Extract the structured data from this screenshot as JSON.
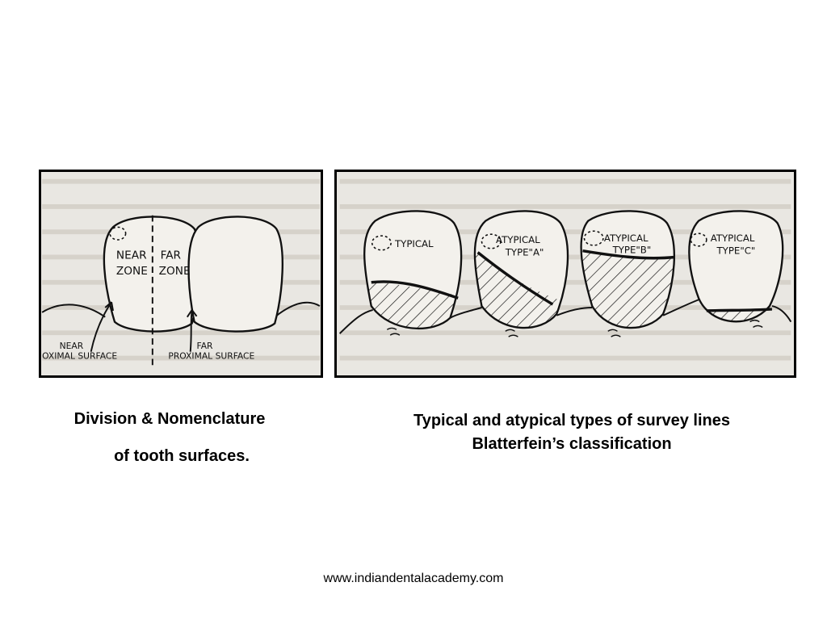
{
  "left_figure": {
    "zone_near": [
      "NEAR",
      "ZONE"
    ],
    "zone_far": [
      "FAR",
      "ZONE"
    ],
    "near_surface": [
      "NEAR",
      "OXIMAL SURFACE"
    ],
    "far_surface": [
      "FAR",
      "PROXIMAL SURFACE"
    ]
  },
  "right_figure": {
    "typical": "TYPICAL",
    "type_a": [
      "ATYPICAL",
      "TYPE\"A\""
    ],
    "type_b": [
      "ATYPICAL",
      "TYPE\"B\""
    ],
    "type_c": [
      "ATYPICAL",
      "TYPE\"C\""
    ]
  },
  "captions": {
    "left": [
      "Division & Nomenclature",
      "of tooth surfaces."
    ],
    "right": [
      "Typical and atypical types of survey lines",
      "Blatterfein’s classification"
    ]
  },
  "footer": "www.indiandentalacademy.com",
  "colors": {
    "panel_background": "#e9e7e2",
    "ink": "#111111",
    "border": "#000000"
  }
}
